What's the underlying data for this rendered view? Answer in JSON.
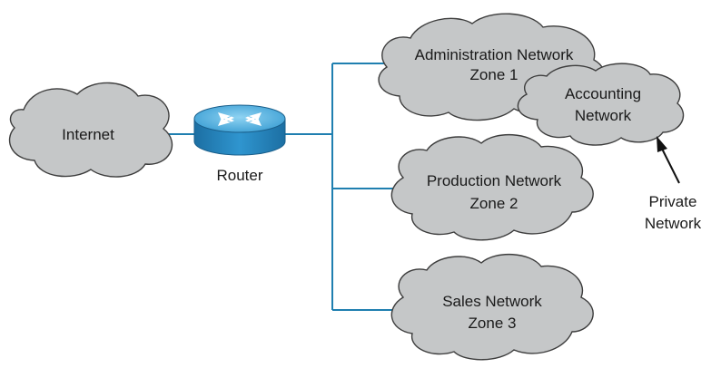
{
  "diagram": {
    "internet": {
      "label": "Internet"
    },
    "router": {
      "label": "Router"
    },
    "zones": [
      {
        "line1": "Administration Network",
        "line2": "Zone 1"
      },
      {
        "line1": "Production Network",
        "line2": "Zone 2"
      },
      {
        "line1": "Sales Network",
        "line2": "Zone 3"
      }
    ],
    "accounting": {
      "line1": "Accounting",
      "line2": "Network"
    },
    "private_note": {
      "line1": "Private",
      "line2": "Network"
    },
    "colors": {
      "cloud_fill": "#c5c7c8",
      "cloud_stroke": "#3d3d3d",
      "link": "#1f7fb0",
      "router_body": "#2a8ac0",
      "router_top": "#5db7e3"
    }
  }
}
